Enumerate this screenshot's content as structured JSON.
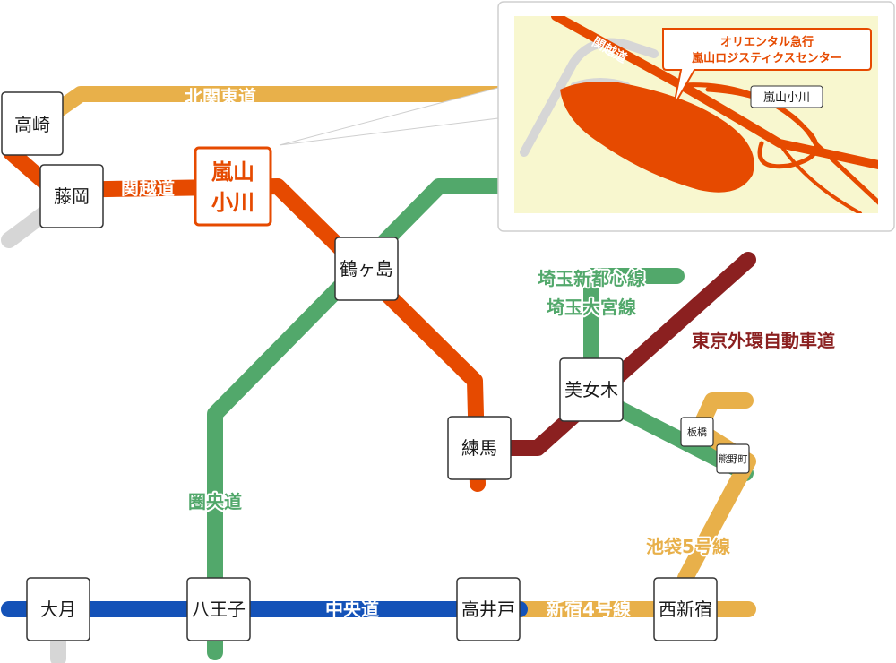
{
  "colors": {
    "kanetsu": "#e64a00",
    "kitakanto": "#e8b04a",
    "kenodo": "#52a86b",
    "gaikan": "#8b2020",
    "chuo": "#1452b8",
    "shuto": "#e8b04a",
    "saitama": "#52a86b",
    "gray": "#d6d6d6",
    "inset_bg": "#f8f7cf"
  },
  "lines": {
    "kitakanto": "北関東道",
    "kanetsu": "関越道",
    "kenodo": "圏央道",
    "saitama_1": "埼玉新都心線",
    "saitama_2": "埼玉大宮線",
    "gaikan": "東京外環自動車道",
    "chuo": "中央道",
    "shinjuku4": "新宿4号線",
    "ikebukuro5": "池袋5号線"
  },
  "nodes": {
    "takasaki": "高崎",
    "fujioka": "藤岡",
    "tsurugashima": "鶴ヶ島",
    "nerima": "練馬",
    "bijogi": "美女木",
    "itabashi": "板橋",
    "kumanocho": "熊野町",
    "otsuki": "大月",
    "hachioji": "八王子",
    "takaido": "高井戸",
    "nishishinjuku": "西新宿"
  },
  "highlight": {
    "line1": "嵐山",
    "line2": "小川"
  },
  "inset": {
    "road_label": "関越道",
    "ic_label": "嵐山小川",
    "callout_line1": "オリエンタル急行",
    "callout_line2": "嵐山ロジスティクスセンター"
  }
}
